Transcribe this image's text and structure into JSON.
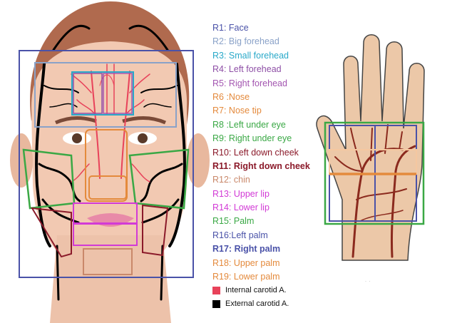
{
  "regions": [
    {
      "label": "R1: Face",
      "color": "#4a52a8",
      "bold": false
    },
    {
      "label": "R2: Big forehead",
      "color": "#8aa2c8",
      "bold": false
    },
    {
      "label": "R3: Small forehead",
      "color": "#29a9c9",
      "bold": false
    },
    {
      "label": "R4: Left forehead",
      "color": "#8e4fa6",
      "bold": false
    },
    {
      "label": "R5: Right forehead",
      "color": "#a355b0",
      "bold": false
    },
    {
      "label": "R6 :Nose",
      "color": "#e48a3c",
      "bold": false
    },
    {
      "label": "R7: Nose tip",
      "color": "#e48a3c",
      "bold": false
    },
    {
      "label": "R8 :Left under eye",
      "color": "#3aa845",
      "bold": false
    },
    {
      "label": "R9: Right under eye",
      "color": "#3aa845",
      "bold": false
    },
    {
      "label": "R10: Left down cheek",
      "color": "#8b1a2a",
      "bold": false
    },
    {
      "label": "R11: Right down cheek",
      "color": "#8b1a2a",
      "bold": true
    },
    {
      "label": "R12: chin",
      "color": "#c9886a",
      "bold": false
    },
    {
      "label": "R13: Upper lip",
      "color": "#d23ad6",
      "bold": false
    },
    {
      "label": "R14: Lower lip",
      "color": "#d23ad6",
      "bold": false
    },
    {
      "label": "R15: Palm",
      "color": "#3aa845",
      "bold": false
    },
    {
      "label": "R16:Left palm",
      "color": "#4a52a8",
      "bold": false
    },
    {
      "label": "R17: Right palm",
      "color": "#4a52a8",
      "bold": true
    },
    {
      "label": "R18: Upper palm",
      "color": "#e48a3c",
      "bold": false
    },
    {
      "label": "R19: Lower palm",
      "color": "#e48a3c",
      "bold": false
    }
  ],
  "artery_key": [
    {
      "label": "Internal carotid A.",
      "color": "#e8425a"
    },
    {
      "label": "External carotid A.",
      "color": "#000000"
    }
  ],
  "colors": {
    "skin": "#f2c9b2",
    "hair": "#b06a4e",
    "hand_skin": "#ecc8a8",
    "internal_artery": "#e8425a",
    "external_artery": "#000000",
    "palm_vessel": "#8b2a1e"
  }
}
